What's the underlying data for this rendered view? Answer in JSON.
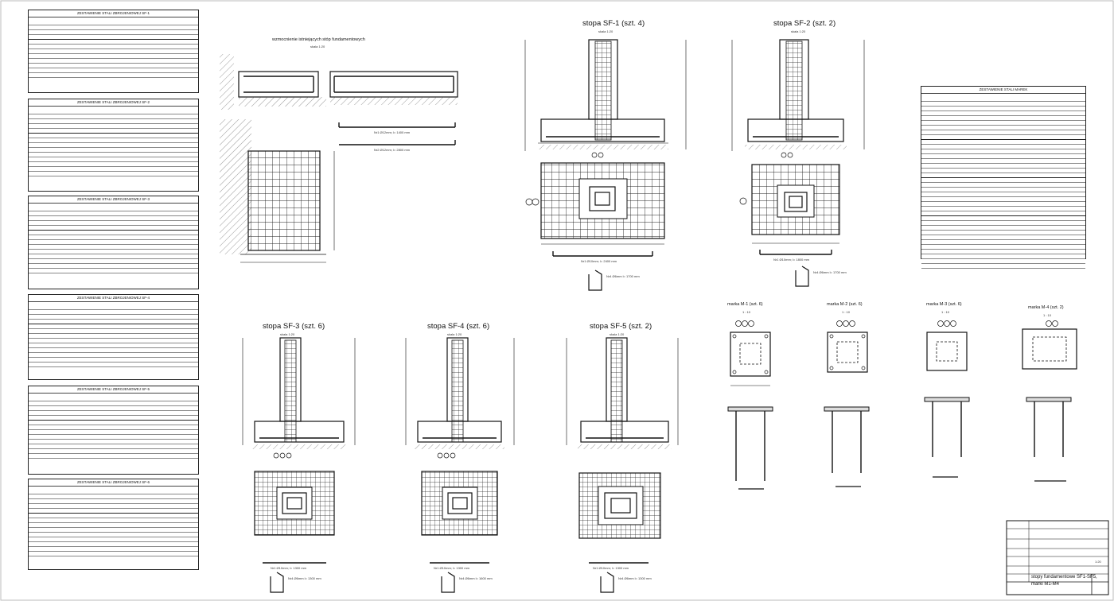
{
  "steel_tables": [
    {
      "title": "ZESTAWIENIE STALI ZBROJENIOWEJ SF-1"
    },
    {
      "title": "ZESTAWIENIE STALI ZBROJENIOWEJ SF-2"
    },
    {
      "title": "ZESTAWIENIE STALI ZBROJENIOWEJ SF-3"
    },
    {
      "title": "ZESTAWIENIE STALI ZBROJENIOWEJ SF-4"
    },
    {
      "title": "ZESTAWIENIE STALI ZBROJENIOWEJ SF-5"
    },
    {
      "title": "ZESTAWIENIE STALI ZBROJENIOWEJ SF-6"
    }
  ],
  "reinforcement": {
    "title": "wzmocnienie istniejących stóp fundamentowych",
    "scale": "skala 1:20",
    "bar1": "Nr1 Ø12mm; l= 1400 mm",
    "bar2": "Nr2 Ø12mm; l= 2800 mm"
  },
  "footings": [
    {
      "title": "stopa SF-1 (szt. 4)",
      "scale": "skala 1:20",
      "bar": "Nr1 Ø10mm; l= 2400 mm",
      "stirrup": "Nr4 Ø6mm l= 1700 mm"
    },
    {
      "title": "stopa SF-2 (szt. 2)",
      "scale": "skala 1:20",
      "bar": "Nr1 Ø10mm; l= 1800 mm",
      "stirrup": "Nr4 Ø6mm l= 1700 mm"
    },
    {
      "title": "stopa SF-3 (szt. 6)",
      "scale": "skala 1:20",
      "bar": "Nr1 Ø10mm; l= 1300 mm",
      "stirrup": "Nr4 Ø6mm l= 1300 mm"
    },
    {
      "title": "stopa SF-4 (szt. 6)",
      "scale": "skala 1:20",
      "bar": "Nr1 Ø10mm; l= 1300 mm",
      "stirrup": "Nr4 Ø6mm l= 1600 mm"
    },
    {
      "title": "stopa SF-5 (szt. 2)",
      "scale": "skala 1:20",
      "bar": "Nr1 Ø10mm; l= 1300 mm",
      "stirrup": "Nr4 Ø6mm l= 1300 mm"
    }
  ],
  "marks": [
    {
      "title": "marka M-1 (szt. 6)",
      "scale": "1 : 10"
    },
    {
      "title": "marka M-2 (szt. 6)",
      "scale": "1 : 10"
    },
    {
      "title": "marka M-3 (szt. 6)",
      "scale": "1 : 10"
    },
    {
      "title": "marka M-4 (szt. 2)",
      "scale": "1 : 10"
    }
  ],
  "marks_table": {
    "title": "ZESTAWIENIE STALI MAREK"
  },
  "title_block": {
    "drawing_title": "stopy fundamentowe SF1-SF5,",
    "drawing_subtitle": "marki M1-M4",
    "scale": "1:20"
  }
}
